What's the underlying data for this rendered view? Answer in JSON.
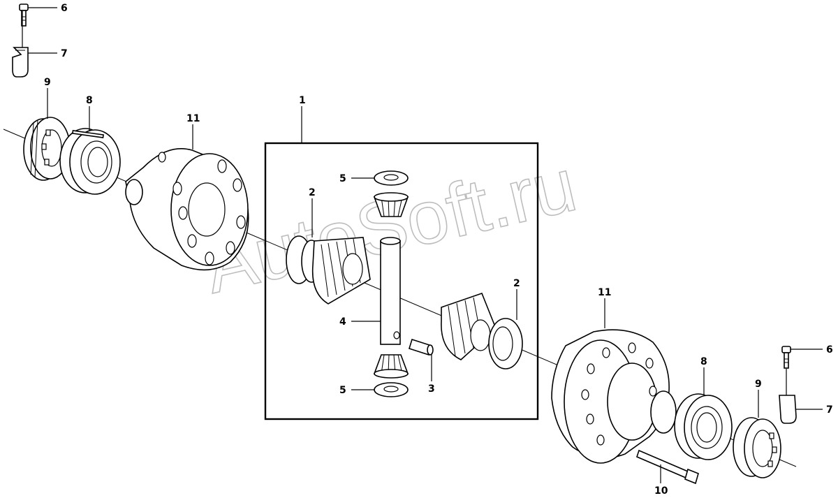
{
  "watermark": "AutoSoft.ru",
  "callouts": {
    "c1": "1",
    "c2a": "2",
    "c2b": "2",
    "c3": "3",
    "c4": "4",
    "c5a": "5",
    "c5b": "5",
    "c6a": "6",
    "c6b": "6",
    "c7a": "7",
    "c7b": "7",
    "c8a": "8",
    "c8b": "8",
    "c9a": "9",
    "c9b": "9",
    "c10": "10",
    "c11a": "11",
    "c11b": "11"
  }
}
